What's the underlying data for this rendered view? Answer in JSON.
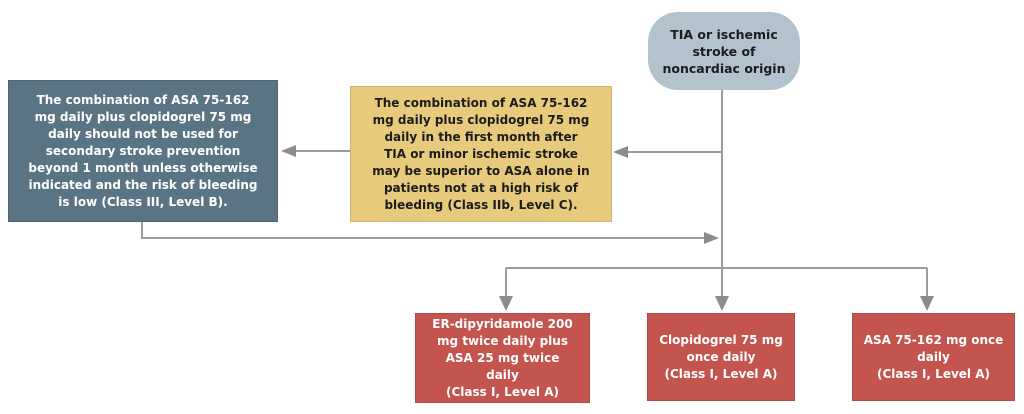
{
  "diagram": {
    "type": "flowchart",
    "nodes": {
      "start": {
        "text": "TIA or ischemic\nstroke of\nnoncardiac origin"
      },
      "caution": {
        "text": "The combination of ASA 75-162\nmg daily plus clopidogrel 75 mg\ndaily should not be used for\nsecondary stroke prevention\nbeyond 1 month unless otherwise\nindicated and the risk of bleeding\nis low (Class III, Level B)."
      },
      "first_month": {
        "text": "The combination of ASA 75-162\nmg daily plus clopidogrel 75 mg\ndaily in the first month after\nTIA or minor ischemic stroke\nmay be superior to ASA alone in\npatients not at a high risk of\nbleeding (Class IIb, Level C)."
      },
      "option_er_dipyridamole": {
        "text": "ER-dipyridamole 200\nmg twice daily plus\nASA 25 mg twice\ndaily\n(Class I, Level A)"
      },
      "option_clopidogrel": {
        "text": "Clopidogrel 75 mg\nonce daily\n(Class I, Level A)"
      },
      "option_asa": {
        "text": "ASA 75-162 mg once\ndaily\n(Class I, Level A)"
      }
    },
    "colors": {
      "start_fill": "#b2c3cd",
      "caution_fill": "#5b7484",
      "first_month_fill": "#e7ca7b",
      "option_fill": "#c3544e",
      "connector_line": "#9b9b9b",
      "arrowhead": "#8c8c8c",
      "dark_text": "#1c1c1c",
      "light_text": "#ffffff"
    }
  }
}
